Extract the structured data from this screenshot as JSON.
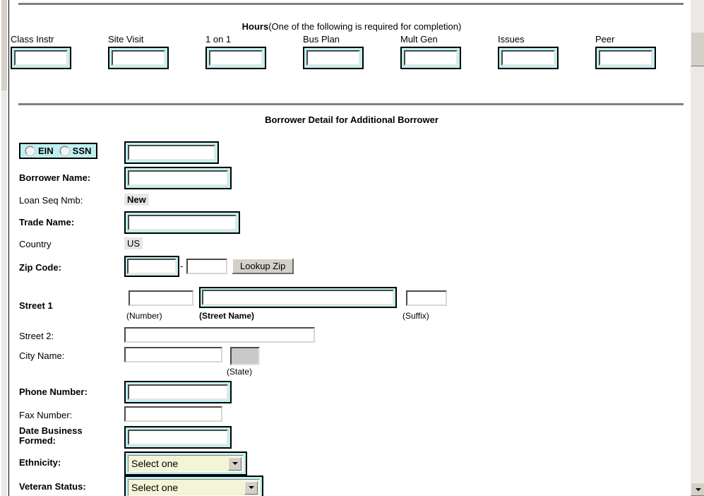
{
  "hours": {
    "heading_strong": "Hours",
    "heading_rest": "(One of the following is required for completion)",
    "fields": [
      {
        "label": "Class Instr",
        "value": "",
        "required": true
      },
      {
        "label": "Site Visit",
        "value": "",
        "required": true
      },
      {
        "label": "1 on 1",
        "value": "",
        "required": true
      },
      {
        "label": "Bus Plan",
        "value": "",
        "required": true
      },
      {
        "label": "Mult Gen",
        "value": "",
        "required": true
      },
      {
        "label": "Issues",
        "value": "",
        "required": true
      },
      {
        "label": "Peer",
        "value": "",
        "required": true
      }
    ]
  },
  "section": {
    "title": "Borrower Detail for Additional Borrower"
  },
  "idtype": {
    "ein_label": "EIN",
    "ssn_label": "SSN",
    "ein_selected": false,
    "ssn_selected": false,
    "tax_id_value": ""
  },
  "form": {
    "borrower_name_label": "Borrower Name:",
    "borrower_name_value": "",
    "loan_seq_label": "Loan Seq Nmb:",
    "loan_seq_value": "New",
    "trade_name_label": "Trade Name:",
    "trade_name_value": "",
    "country_label": "Country",
    "country_value": "US",
    "zip_label": "Zip Code:",
    "zip_value": "",
    "zip_ext_value": "",
    "lookup_zip_label": "Lookup Zip",
    "zip_dash": "-",
    "street1_label": "Street 1",
    "street_number_value": "",
    "street_name_value": "",
    "street_suffix_value": "",
    "street_number_caption": "(Number)",
    "street_name_caption": "(Street Name)",
    "street_suffix_caption": "(Suffix)",
    "street2_label": "Street 2:",
    "street2_value": "",
    "city_label": "City Name:",
    "city_value": "",
    "state_value": "",
    "state_caption": "(State)",
    "phone_label": "Phone Number:",
    "phone_value": "",
    "fax_label": "Fax Number:",
    "fax_value": "",
    "date_formed_label_line1": "Date Business",
    "date_formed_label_line2": "Formed:",
    "date_formed_value": "",
    "ethnicity_label": "Ethnicity:",
    "ethnicity_value": "Select one",
    "veteran_label": "Veteran Status:",
    "veteran_value": "Select one"
  },
  "colors": {
    "required_ring": "#bff0f0",
    "readonly_bg": "#e6e6e6",
    "select_bg": "#f4f4d6",
    "button_face": "#d4d0c8",
    "rule": "#808080"
  }
}
